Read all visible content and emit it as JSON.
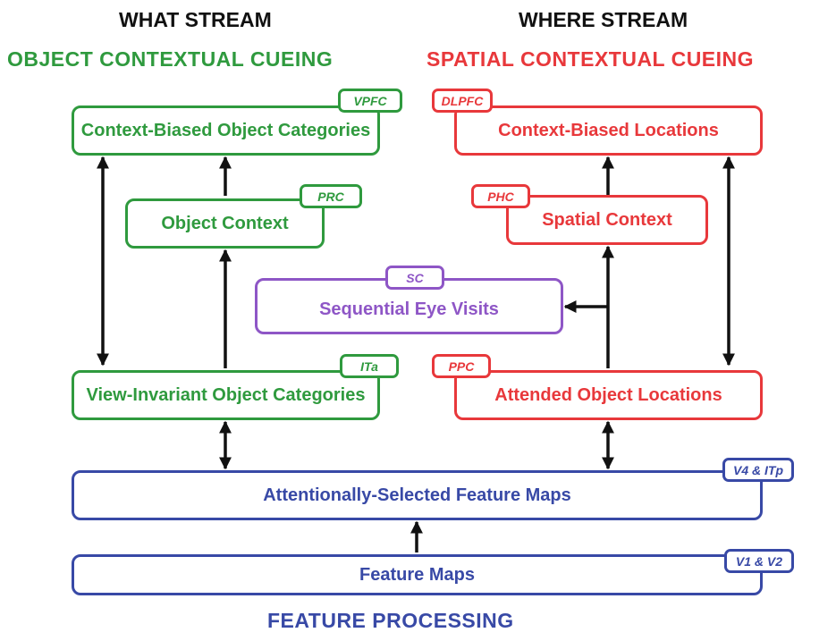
{
  "headings": {
    "what_stream": "WHAT STREAM",
    "where_stream": "WHERE STREAM",
    "object_cueing": "OBJECT CONTEXTUAL CUEING",
    "spatial_cueing": "SPATIAL CONTEXTUAL CUEING",
    "feature_processing": "FEATURE PROCESSING"
  },
  "boxes": {
    "context_objects": {
      "label": "Context-Biased Object Categories",
      "region": "VPFC"
    },
    "object_context": {
      "label": "Object Context",
      "region": "PRC"
    },
    "view_invariant": {
      "label": "View-Invariant Object Categories",
      "region": "ITa"
    },
    "context_locations": {
      "label": "Context-Biased Locations",
      "region": "DLPFC"
    },
    "spatial_context": {
      "label": "Spatial Context",
      "region": "PHC"
    },
    "attended_locations": {
      "label": "Attended Object Locations",
      "region": "PPC"
    },
    "eye_visits": {
      "label": "Sequential Eye Visits",
      "region": "SC"
    },
    "attentional_maps": {
      "label": "Attentionally-Selected Feature Maps",
      "region": "V4 & ITp"
    },
    "feature_maps": {
      "label": "Feature Maps",
      "region": "V1 & V2"
    }
  },
  "colors": {
    "what": "#2f9a3e",
    "where": "#e8383b",
    "eye": "#8e56c6",
    "feature": "#3849a6",
    "arrow": "#111111"
  }
}
